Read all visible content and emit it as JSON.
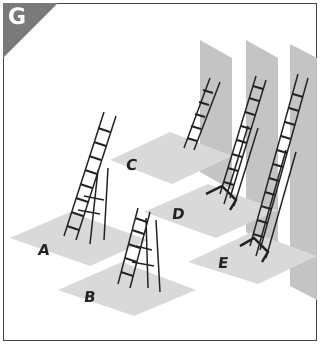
{
  "figure": {
    "corner_badge": "G",
    "scenes": [
      {
        "label": "A"
      },
      {
        "label": "B"
      },
      {
        "label": "C"
      },
      {
        "label": "D"
      },
      {
        "label": "E"
      }
    ]
  },
  "colors": {
    "floor": "#d9d9d9",
    "wall": "#c4c4c4",
    "badge": "#7a7a7a",
    "line": "#222222",
    "rung": "#ffffff"
  }
}
